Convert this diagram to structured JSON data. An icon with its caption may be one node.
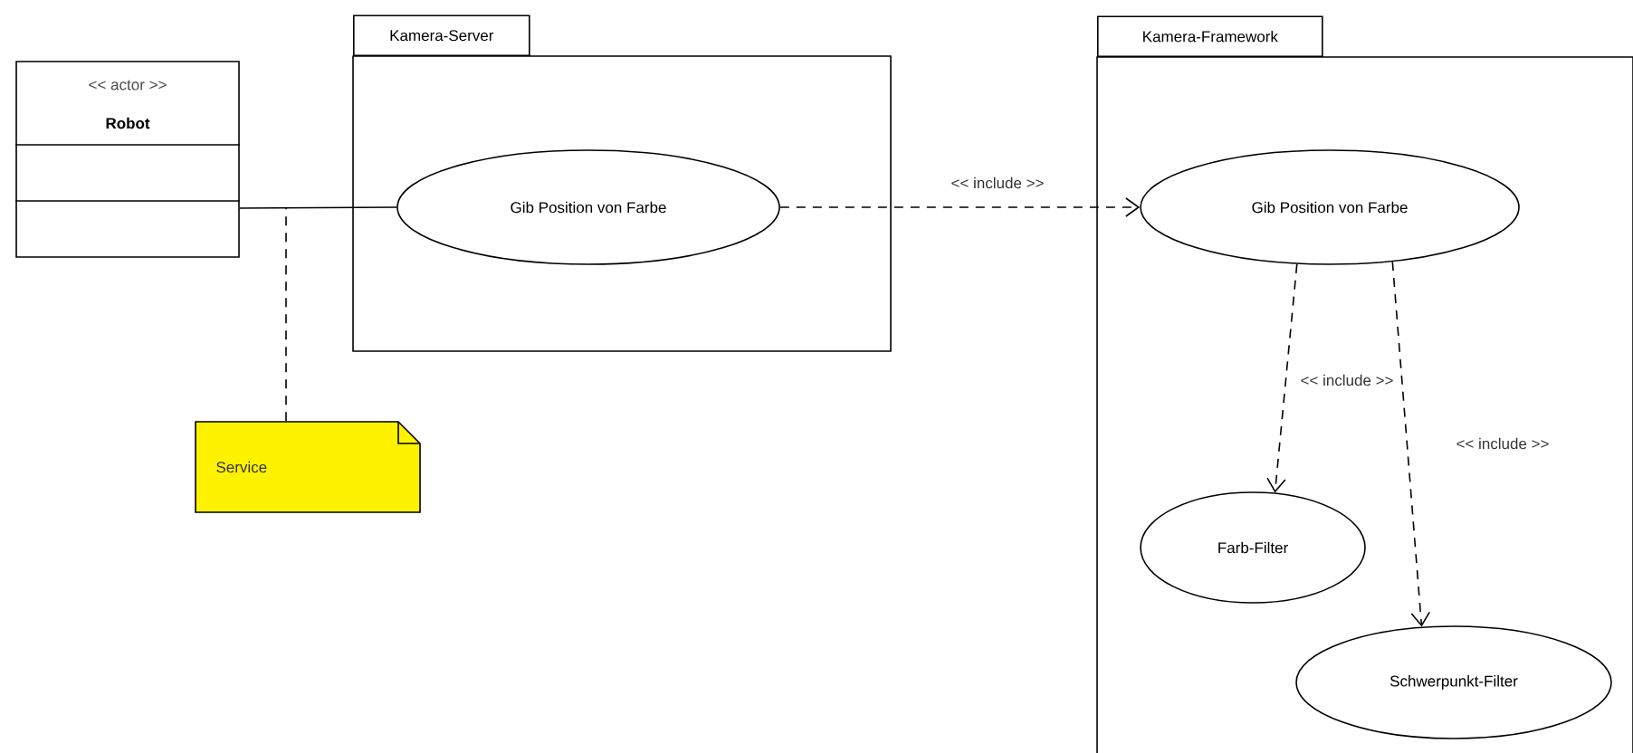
{
  "diagram": {
    "nodes": [
      {
        "text": [
          "<< actor >>",
          "Robot"
        ]
      },
      {
        "text": [
          "Kamera-Server"
        ]
      },
      {
        "text": [
          "Gib Position von Farbe"
        ],
        "in": 1
      },
      {
        "text": [
          "Service"
        ]
      },
      {
        "text": [
          "Kamera-Framework"
        ]
      },
      {
        "text": [
          "Gib Position von Farbe"
        ],
        "in": 4
      },
      {
        "text": [
          "Farb-Filter"
        ],
        "in": 4
      },
      {
        "text": [
          "Schwerpunkt-Filter"
        ],
        "in": 4
      }
    ],
    "edges": [
      {
        "from": 0,
        "to": 2,
        "arrow": "none"
      },
      {
        "from": 3,
        "to": null,
        "arrow": "none",
        "style": "dashed"
      },
      {
        "from": 2,
        "to": 5,
        "arrow": "to",
        "style": "dashed",
        "label": "<< include >>"
      },
      {
        "from": 5,
        "to": 6,
        "arrow": "to",
        "style": "dashed",
        "label": "<< include >>"
      },
      {
        "from": 5,
        "to": 7,
        "arrow": "to",
        "style": "dashed",
        "label": "<< include >>"
      }
    ]
  }
}
